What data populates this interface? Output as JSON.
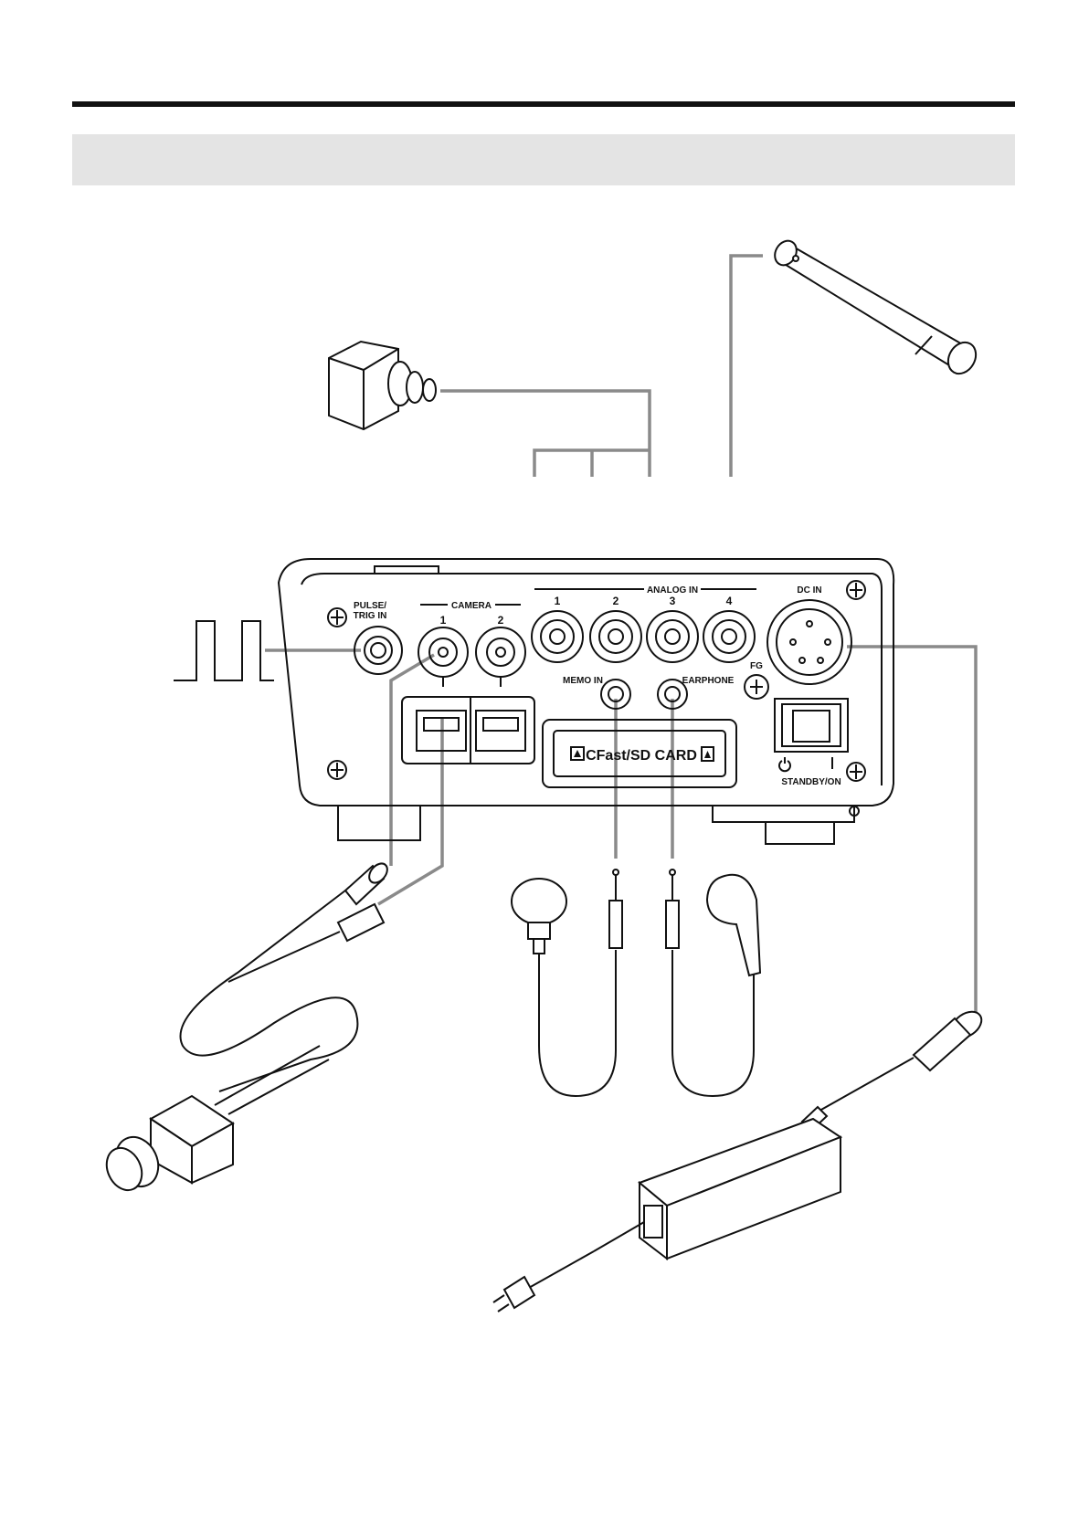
{
  "panel": {
    "pulse_trig_in_line1": "PULSE/",
    "pulse_trig_in_line2": "TRIG IN",
    "camera_label": "CAMERA",
    "camera_1": "1",
    "camera_2": "2",
    "analog_in_label": "ANALOG IN",
    "analog_1": "1",
    "analog_2": "2",
    "analog_3": "3",
    "analog_4": "4",
    "dc_in_label": "DC IN",
    "memo_in_label": "MEMO IN",
    "earphone_label": "EARPHONE",
    "fg_label": "FG",
    "card_slot_label": "CFast/SD CARD",
    "standby_on_label": "STANDBY/ON"
  },
  "icons": [
    "ground-icon",
    "power-standby-icon",
    "card-eject-icon",
    "pulse-waveform-icon"
  ],
  "colors": {
    "line": "#111111",
    "leader": "#8a8a8a",
    "band": "#e4e4e4"
  }
}
